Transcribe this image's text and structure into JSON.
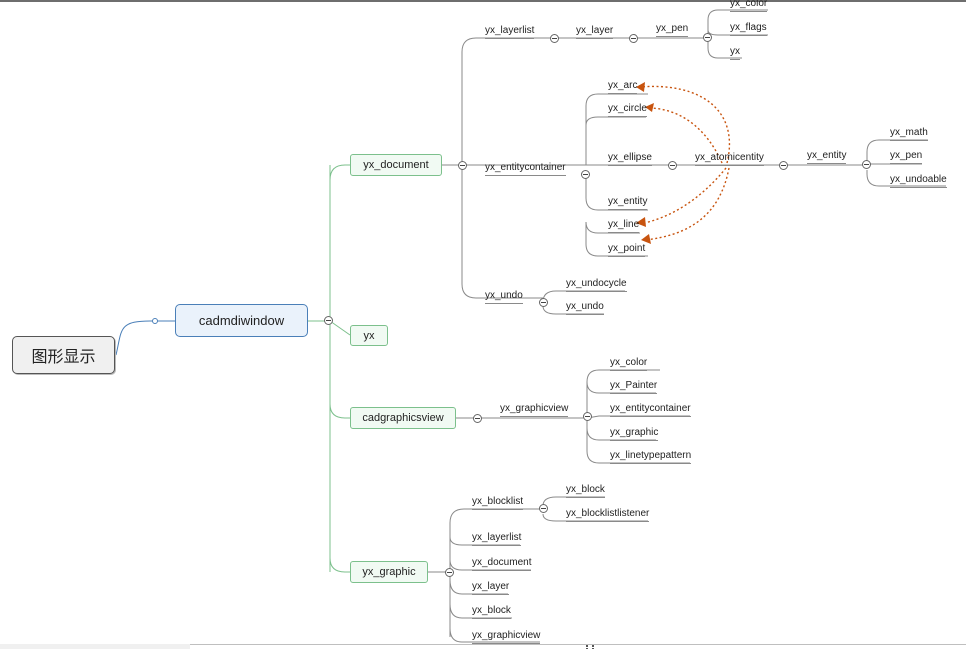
{
  "root": {
    "label": "图形显示"
  },
  "main": {
    "label": "cadmdiwindow"
  },
  "branches": {
    "yx_document": {
      "label": "yx_document",
      "layerlist": {
        "label": "yx_layerlist",
        "layer": "yx_layer",
        "pen": "yx_pen",
        "pen_children": [
          "yx_color",
          "yx_flags",
          "yx"
        ]
      },
      "entitycontainer": {
        "label": "yx_entitycontainer",
        "children": [
          "yx_arc",
          "yx_circle",
          "yx_ellipse",
          "yx_entity",
          "yx_line",
          "yx_point"
        ],
        "atomicentity": "yx_atomicentity",
        "entity": "yx_entity",
        "entity_children": [
          "yx_math",
          "yx_pen",
          "yx_undoable"
        ]
      },
      "undo": {
        "label": "yx_undo",
        "children": [
          "yx_undocycle",
          "yx_undo"
        ]
      }
    },
    "yx": {
      "label": "yx"
    },
    "cadgraphicsview": {
      "label": "cadgraphicsview",
      "graphicview": {
        "label": "yx_graphicview",
        "children": [
          "yx_color",
          "yx_Painter",
          "yx_entitycontainer",
          "yx_graphic",
          "yx_linetypepattern"
        ]
      }
    },
    "yx_graphic": {
      "label": "yx_graphic",
      "blocklist": {
        "label": "yx_blocklist",
        "children": [
          "yx_block",
          "yx_blocklistlistener"
        ]
      },
      "children": [
        "yx_layerlist",
        "yx_document",
        "yx_layer",
        "yx_block",
        "yx_graphicview"
      ]
    }
  },
  "colors": {
    "connector_gray": "#8a8a8a",
    "connector_green": "#7cc08c",
    "connector_blue": "#4a7fb8",
    "relation_arrow": "#c8540f"
  }
}
